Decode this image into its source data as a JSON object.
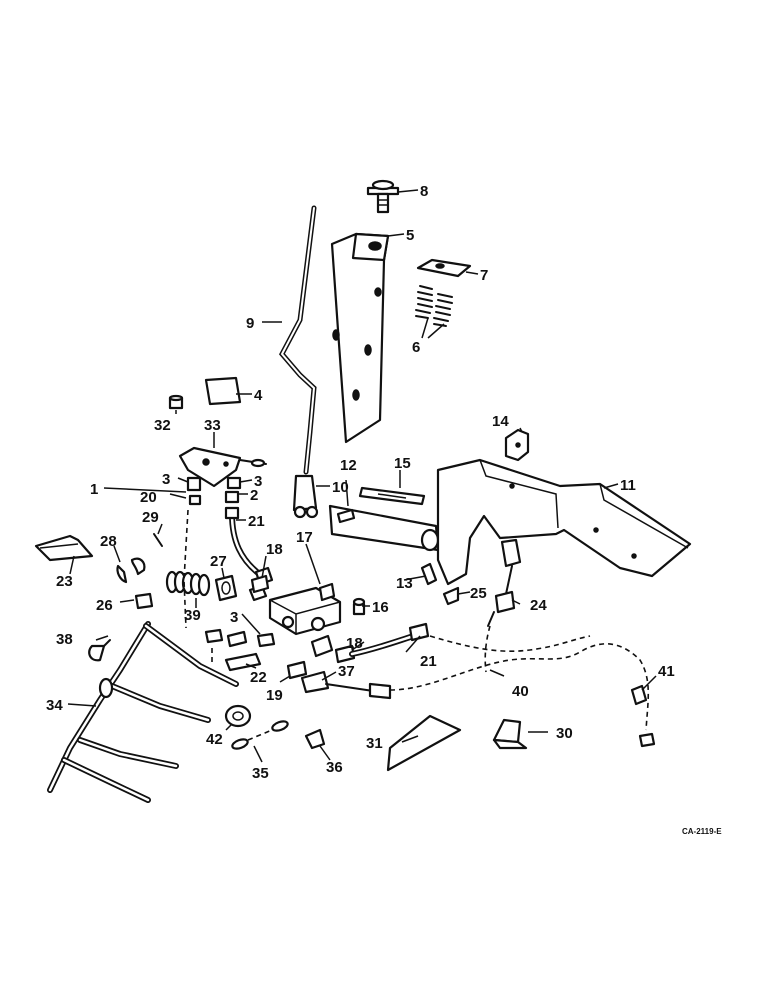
{
  "figure_code": "CA-2119-E",
  "callouts": {
    "c1": "1",
    "c2": "2",
    "c3a": "3",
    "c3b": "3",
    "c3c": "3",
    "c4": "4",
    "c5": "5",
    "c6": "6",
    "c7": "7",
    "c8": "8",
    "c9": "9",
    "c10": "10",
    "c11": "11",
    "c12": "12",
    "c13": "13",
    "c14": "14",
    "c15": "15",
    "c16": "16",
    "c17": "17",
    "c18a": "18",
    "c18b": "18",
    "c19": "19",
    "c20": "20",
    "c21a": "21",
    "c21b": "21",
    "c22": "22",
    "c23": "23",
    "c24": "24",
    "c25": "25",
    "c26": "26",
    "c27": "27",
    "c28": "28",
    "c29": "29",
    "c30": "30",
    "c31": "31",
    "c32": "32",
    "c33": "33",
    "c34": "34",
    "c35": "35",
    "c36": "36",
    "c37": "37",
    "c38": "38",
    "c39": "39",
    "c40": "40",
    "c41": "41",
    "c42": "42"
  }
}
